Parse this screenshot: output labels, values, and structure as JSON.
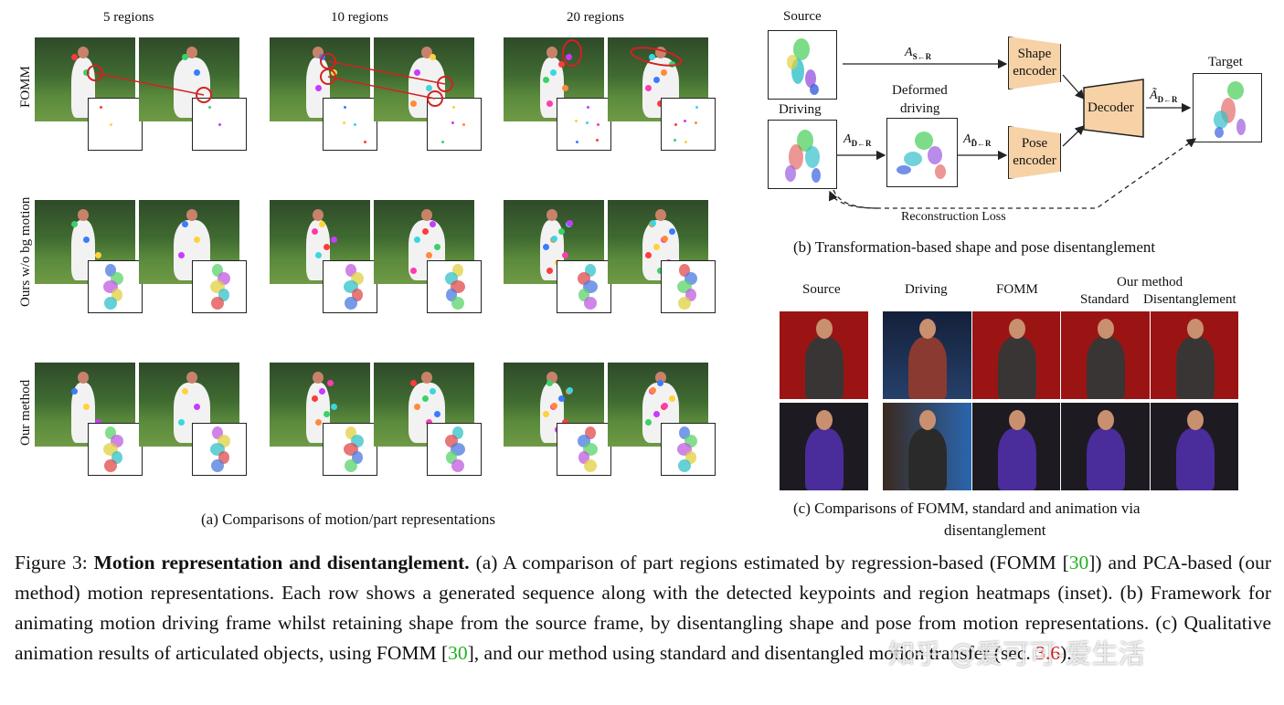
{
  "panel_a": {
    "col_headers": [
      "5 regions",
      "10 regions",
      "20 regions"
    ],
    "row_labels": [
      "FOMM",
      "Ours w/o bg motion",
      "Our method"
    ],
    "caption": "(a) Comparisons of motion/part representations"
  },
  "panel_b": {
    "source": "Source",
    "driving": "Driving",
    "deformed": "Deformed",
    "deformed2": "driving",
    "target": "Target",
    "a_sr": "A",
    "a_sr_sub": "S←R",
    "a_dr": "A",
    "a_dr_sub": "D←R",
    "a_dtr": "A",
    "a_dtr_sub": "D̃←R",
    "a_out": "Ã",
    "a_out_sub": "D←R",
    "shape_encoder": [
      "Shape",
      "encoder"
    ],
    "pose_encoder": [
      "Pose",
      "encoder"
    ],
    "decoder": "Decoder",
    "recon_loss": "Reconstruction Loss",
    "caption": "(b) Transformation-based shape and pose disentanglement"
  },
  "panel_c": {
    "headers": [
      "Source",
      "Driving",
      "FOMM",
      "Our method",
      "Standard",
      "Disentanglement"
    ],
    "caption1": "(c) Comparisons of FOMM, standard and animation via",
    "caption2": "disentanglement"
  },
  "figure_caption": {
    "lead": "Figure 3:",
    "title": "Motion representation and disentanglement.",
    "t1": "(a) A comparison of part regions estimated by regression-based (FOMM [",
    "ref1": "30",
    "t2": "]) and PCA-based (our method) motion representations. Each row shows a generated sequence along with the detected keypoints and region heatmaps (inset). (b) Framework for animating motion driving frame whilst retaining shape from the source frame, by disentangling shape and pose from motion representations. (c) Qualitative animation results of articulated objects, using FOMM [",
    "ref2": "30",
    "t3": "], and our method using standard and disentangled motion transfer (sec. ",
    "ref3": "3.6",
    "t4": ")."
  },
  "watermark": "知乎 @爱可可-爱生活",
  "colors": {
    "ref_green": "#22b022",
    "ref_red": "#d42020",
    "encoder_fill": "#f7d2a6",
    "circle_red": "#d22222"
  }
}
